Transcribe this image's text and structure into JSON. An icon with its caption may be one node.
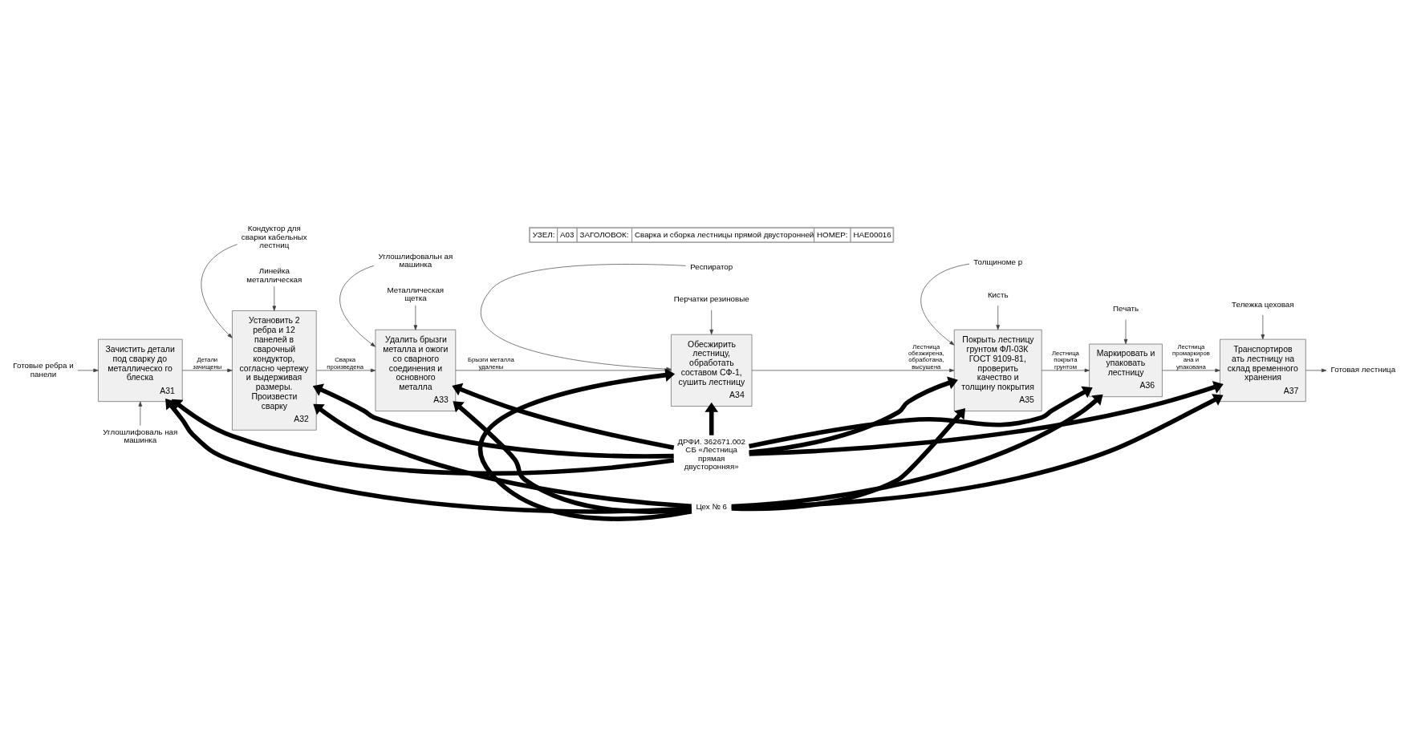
{
  "diagram": {
    "nodes": [
      {
        "text": [
          "Зачистить детали под сварку до металлическо го блеска",
          "А31"
        ]
      },
      {
        "text": [
          "Установить 2 ребра и 12 панелей в сварочный кондуктор, согласно чертежу и выдерживая размеры. Произвести сварку",
          "А32"
        ]
      },
      {
        "text": [
          "Удалить брызги металла и ожоги со сварного соединения и основного металла",
          "А33"
        ]
      },
      {
        "text": [
          "Обесжирить лестницу, обработать составом СФ-1, сушить лестницу",
          "А34"
        ]
      },
      {
        "text": [
          "Покрыть лестницу грунтом ФЛ-03К ГОСТ 9109-81, проверить качество и толщину покрытия",
          "А35"
        ]
      },
      {
        "text": [
          "Маркировать и упаковать лестницу",
          "А36"
        ]
      },
      {
        "text": [
          "Транспортиров ать лестницу на склад временного хранения",
          "А37"
        ]
      },
      {
        "text": [
          "ДРФИ. 362671.002 СБ «Лестница прямая двусторонняя»"
        ]
      },
      {
        "text": [
          "Готовые ребра и панели"
        ]
      },
      {
        "text": [
          "Готовая лестница"
        ]
      },
      {
        "text": [
          "Углошлифоваль ная машинка"
        ]
      },
      {
        "text": [
          "Кондуктор для сварки кабельных лестниц"
        ]
      },
      {
        "text": [
          "Линейка металлическая"
        ]
      },
      {
        "text": [
          "Углошлифовальн ая машинка"
        ]
      },
      {
        "text": [
          "Металлическая щетка"
        ]
      },
      {
        "text": [
          "Респиратор"
        ]
      },
      {
        "text": [
          "Перчатки резиновые"
        ]
      },
      {
        "text": [
          "Толщиноме р"
        ]
      },
      {
        "text": [
          "Кисть"
        ]
      },
      {
        "text": [
          "Печать"
        ]
      },
      {
        "text": [
          "Тележка цеховая"
        ]
      },
      {
        "text": [
          "Цех № 6"
        ]
      }
    ],
    "edges": [
      {
        "from": 7,
        "to": 0,
        "arrow": "to",
        "style": "thick",
        "color": "#000000"
      },
      {
        "from": 7,
        "to": 1,
        "arrow": "to",
        "style": "thick",
        "color": "#000000"
      },
      {
        "from": 7,
        "to": 2,
        "arrow": "to",
        "style": "thick",
        "color": "#000000"
      },
      {
        "from": 7,
        "to": 3,
        "arrow": "to",
        "style": "thick",
        "color": "#000000"
      },
      {
        "from": 7,
        "to": 4,
        "arrow": "to",
        "style": "thick",
        "color": "#000000"
      },
      {
        "from": 7,
        "to": 5,
        "arrow": "to",
        "style": "thick",
        "color": "#000000"
      },
      {
        "from": 7,
        "to": 6,
        "arrow": "to",
        "style": "thick",
        "color": "#000000"
      },
      {
        "from": 8,
        "to": 0,
        "arrow": "to"
      },
      {
        "from": 0,
        "to": 1,
        "arrow": "to",
        "label": "Детали зачищены"
      },
      {
        "from": 1,
        "to": 2,
        "arrow": "to",
        "label": "Сварка произведена"
      },
      {
        "from": 2,
        "to": 3,
        "arrow": "to",
        "label": "Брызги металла удалены"
      },
      {
        "from": 3,
        "to": 4,
        "arrow": "to",
        "label": "Лестница обезжирена, обработана, высушена"
      },
      {
        "from": 4,
        "to": 5,
        "arrow": "to",
        "label": "Лестница покрыта грунтом"
      },
      {
        "from": 5,
        "to": 6,
        "arrow": "to",
        "label": "Лестница промаркиров ана и упакована"
      },
      {
        "from": 6,
        "to": 9,
        "arrow": "to"
      },
      {
        "from": 10,
        "to": 0,
        "arrow": "to"
      },
      {
        "from": 11,
        "to": 1,
        "arrow": "to"
      },
      {
        "from": 12,
        "to": 1,
        "arrow": "to"
      },
      {
        "from": 13,
        "to": 2,
        "arrow": "to"
      },
      {
        "from": 14,
        "to": 2,
        "arrow": "to"
      },
      {
        "from": 15,
        "to": 3,
        "arrow": "to"
      },
      {
        "from": 16,
        "to": 3,
        "arrow": "to"
      },
      {
        "from": 17,
        "to": 4,
        "arrow": "to"
      },
      {
        "from": 18,
        "to": 4,
        "arrow": "to"
      },
      {
        "from": 19,
        "to": 5,
        "arrow": "to"
      },
      {
        "from": 20,
        "to": 6,
        "arrow": "to"
      },
      {
        "from": 21,
        "to": 0,
        "arrow": "to",
        "style": "thick",
        "color": "#000000"
      },
      {
        "from": 21,
        "to": 1,
        "arrow": "to",
        "style": "thick",
        "color": "#000000"
      },
      {
        "from": 21,
        "to": 2,
        "arrow": "to",
        "style": "thick",
        "color": "#000000"
      },
      {
        "from": 21,
        "to": 3,
        "arrow": "to",
        "style": "thick",
        "color": "#000000"
      },
      {
        "from": 21,
        "to": 4,
        "arrow": "to",
        "style": "thick",
        "color": "#000000"
      },
      {
        "from": 21,
        "to": 5,
        "arrow": "to",
        "style": "thick",
        "color": "#000000"
      },
      {
        "from": 21,
        "to": 6,
        "arrow": "to",
        "style": "thick",
        "color": "#000000"
      }
    ],
    "labels": [
      "УЗЕЛ:",
      "А03",
      "ЗАГОЛОВОК:",
      "Сварка и сборка лестницы прямой двусторонней",
      "НОМЕР:",
      "НАЕ00016"
    ]
  }
}
